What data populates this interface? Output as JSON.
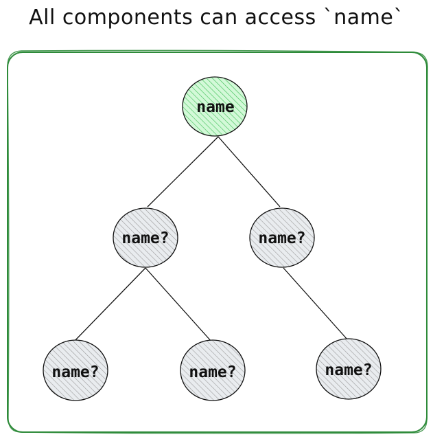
{
  "title": "All components can access `name`",
  "colors": {
    "frame": "#2e8b3a",
    "root_fill": "#b2f2bb",
    "root_hatch": "#40c057",
    "node_fill": "#e9ecef",
    "node_hatch": "#9a9a9a",
    "stroke": "#111111"
  },
  "nodes": {
    "root": {
      "label": "name"
    },
    "left": {
      "label": "name?"
    },
    "right": {
      "label": "name?"
    },
    "left_left": {
      "label": "name?"
    },
    "left_right": {
      "label": "name?"
    },
    "right_child": {
      "label": "name?"
    }
  }
}
